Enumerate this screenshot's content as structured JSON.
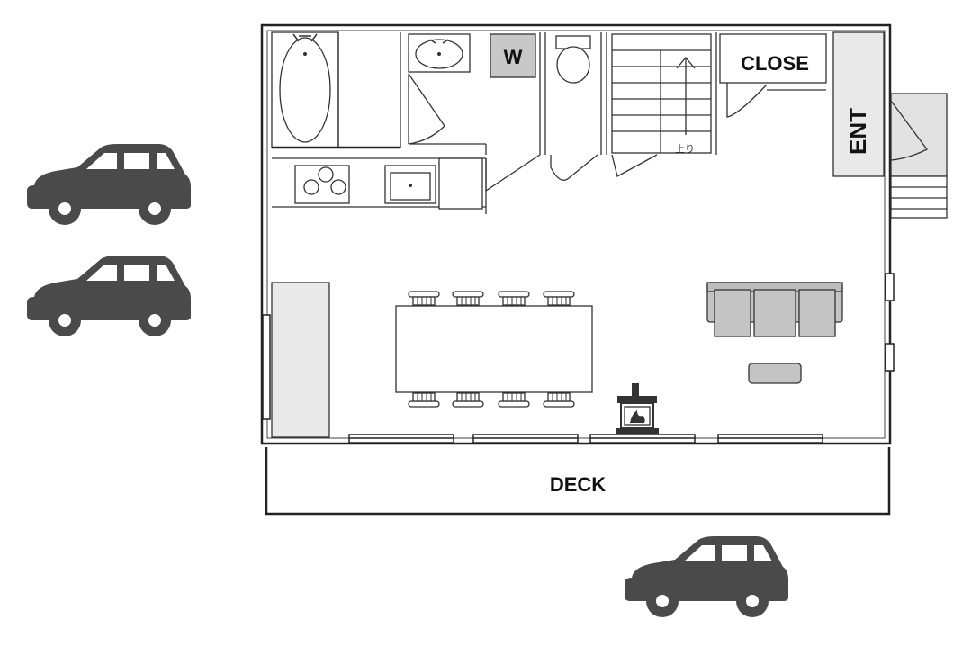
{
  "labels": {
    "washer": "W",
    "closet": "CLOSE",
    "entrance": "ENT",
    "deck": "DECK",
    "stairs_up": "上り"
  },
  "colors": {
    "car": "#4a4a4a",
    "wall": "#222222",
    "sofa": "#c4c4c4",
    "washer_fill": "#c8c8c8",
    "panel_fill": "#e9e9e9"
  },
  "icons": {
    "car": "car-icon",
    "fireplace": "wood-stove-icon",
    "sofa": "sofa-icon",
    "chair": "chair-icon"
  }
}
